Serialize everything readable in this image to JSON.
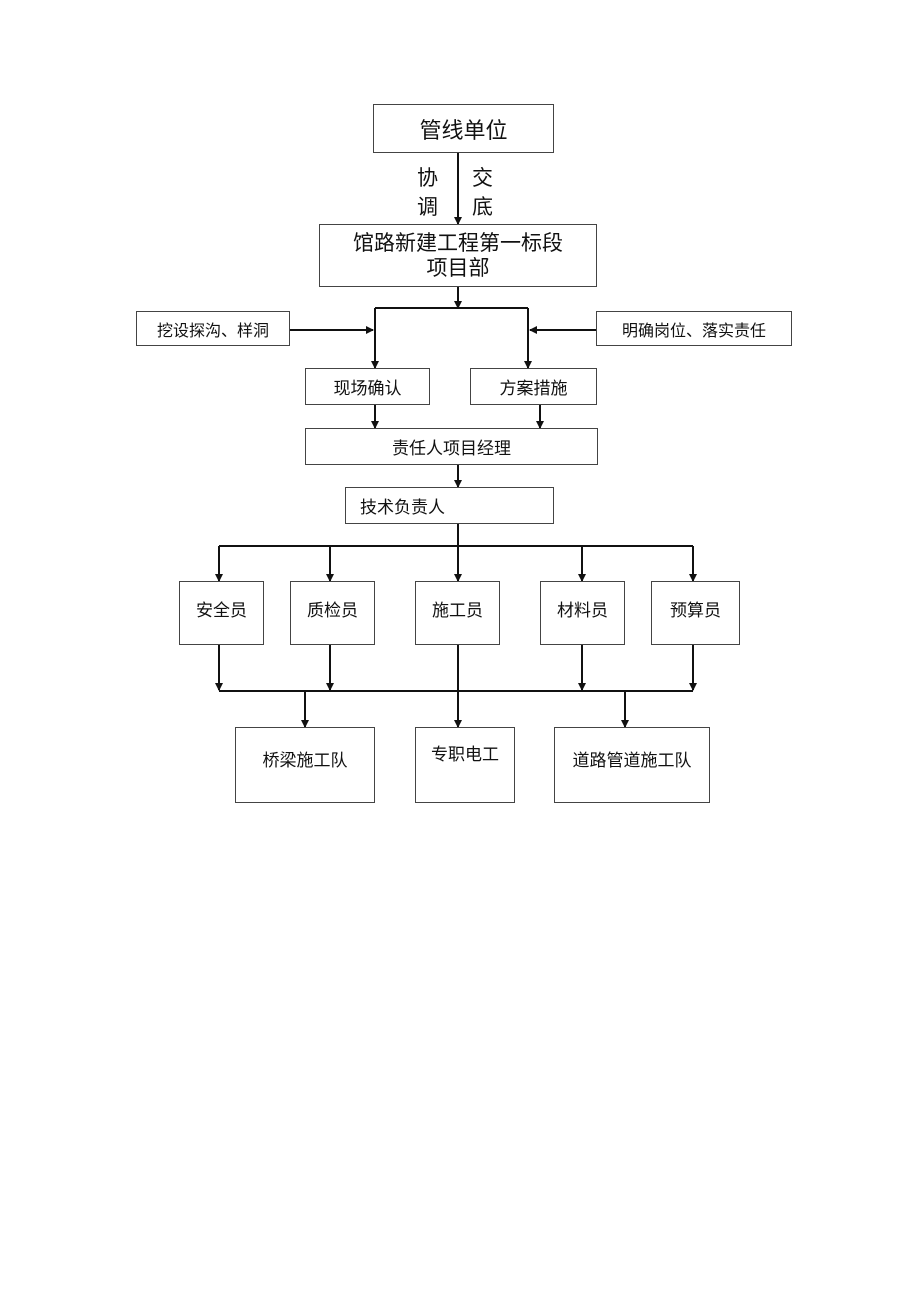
{
  "nodes": {
    "pipeline_unit": "管线单位",
    "coordination": "协调",
    "handover": "交底",
    "project_dept": "馆路新建工程第一标段项目部",
    "trial_trench": "挖设探沟、样洞",
    "clarify_duties": "明确岗位、落实责任",
    "site_confirm": "现场确认",
    "plan_measures": "方案措施",
    "project_manager": "责任人项目经理",
    "tech_lead": "技术负责人",
    "safety_officer": "安全员",
    "quality_inspector": "质检员",
    "construction_worker": "施工员",
    "materials_officer": "材料员",
    "budget_officer": "预算员",
    "bridge_team": "桥梁施工队",
    "electrician": "专职电工",
    "road_pipe_team": "道路管道施工队"
  },
  "colors": {
    "line": "#111111",
    "border": "#444444",
    "text": "#111111"
  }
}
